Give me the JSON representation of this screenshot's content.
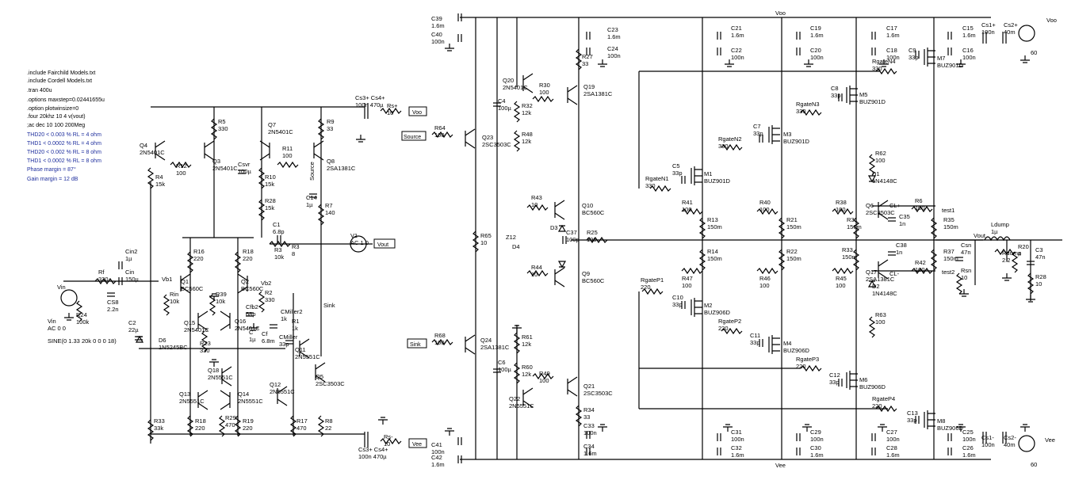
{
  "colors": {
    "wire": "#000000",
    "spice_comment": "#1f2f9e",
    "background": "#ffffff"
  },
  "directives": [
    {
      "text": ".include Fairchild Models.txt",
      "color": "black"
    },
    {
      "text": ".include Cordell Models.txt",
      "color": "black"
    },
    {
      "text": ".tran 400u",
      "color": "black"
    },
    {
      "text": ".options maxstep=0.02441655u",
      "color": "black"
    },
    {
      "text": ".option plotwinsize=0",
      "color": "black"
    },
    {
      "text": ".four 20khz 10 4 v(vout)",
      "color": "black"
    },
    {
      "text": ";ac dec 10 100 200Meg",
      "color": "black"
    },
    {
      "text": "THD20 < 0.003 % RL = 4 ohm",
      "color": "blue"
    },
    {
      "text": "THD1 < 0.0002 % RL = 4 ohm",
      "color": "blue"
    },
    {
      "text": "THD20 < 0.002 % RL = 8 ohm",
      "color": "blue"
    },
    {
      "text": "THD1 < 0.0002 % RL = 8 ohm",
      "color": "blue"
    },
    {
      "text": "Phase margin = 87°",
      "color": "blue"
    },
    {
      "text": "Gain margin = 12 dB",
      "color": "blue"
    }
  ],
  "net_labels": {
    "vin": "Vin",
    "vout": "Vout",
    "vout2": "Vout",
    "source": "Source",
    "sink": "Sink",
    "voo": "Voo",
    "vee": "Vee",
    "vb1": "Vb1",
    "vb2": "Vb2",
    "source_v": "Source",
    "sink_v": "Sink",
    "voo_top": "Voo",
    "vee_bot": "Vee"
  },
  "parts": [
    {
      "ref": "Vin",
      "value": "AC 0 0"
    },
    {
      "ref": "Vin_sine",
      "value": "SINE(0 1.33 20k 0 0 0 18)"
    },
    {
      "ref": "Rf",
      "value": "330"
    },
    {
      "ref": "Cin2",
      "value": "1µ"
    },
    {
      "ref": "Cin",
      "value": "150µ"
    },
    {
      "ref": "CS8",
      "value": "2.2n"
    },
    {
      "ref": "R24",
      "value": "100k"
    },
    {
      "ref": "C2",
      "value": "22µ"
    },
    {
      "ref": "D6",
      "value": "1N5245BC"
    },
    {
      "ref": "Q1",
      "value": "BC560C"
    },
    {
      "ref": "Q2",
      "value": "BC560C"
    },
    {
      "ref": "Q3",
      "value": "2N5401C"
    },
    {
      "ref": "Q4",
      "value": "2N5401C"
    },
    {
      "ref": "Q7",
      "value": "2N5401C"
    },
    {
      "ref": "Q8",
      "value": "2SA1381C"
    },
    {
      "ref": "Q5",
      "value": "2SC3503C"
    },
    {
      "ref": "Q11",
      "value": "2N5551C"
    },
    {
      "ref": "Q12",
      "value": "2N5551C"
    },
    {
      "ref": "Q13",
      "value": "2N5551C"
    },
    {
      "ref": "Q14",
      "value": "2N5551C"
    },
    {
      "ref": "Q15",
      "value": "2N5401C"
    },
    {
      "ref": "Q16",
      "value": "2N5401C"
    },
    {
      "ref": "Q18",
      "value": "2N5551C"
    },
    {
      "ref": "R5",
      "value": "330"
    },
    {
      "ref": "R12",
      "value": "100"
    },
    {
      "ref": "R4",
      "value": "15k"
    },
    {
      "ref": "R9",
      "value": "33"
    },
    {
      "ref": "R11",
      "value": "100"
    },
    {
      "ref": "R10",
      "value": "15k"
    },
    {
      "ref": "R28",
      "value": "15k"
    },
    {
      "ref": "Csvr",
      "value": "100µ"
    },
    {
      "ref": "C14",
      "value": "1µ"
    },
    {
      "ref": "R7",
      "value": "140"
    },
    {
      "ref": "C1",
      "value": "6.8p"
    },
    {
      "ref": "R3",
      "value": "10k"
    },
    {
      "ref": "R3b",
      "value": "8"
    },
    {
      "ref": "R16",
      "value": "220"
    },
    {
      "ref": "R18",
      "value": "220"
    },
    {
      "ref": "Rin",
      "value": "10k"
    },
    {
      "ref": "R39",
      "value": "10k"
    },
    {
      "ref": "R2",
      "value": "330"
    },
    {
      "ref": "Cfb2",
      "value": "68p"
    },
    {
      "ref": "Cfb",
      "value": "6.8m"
    },
    {
      "ref": "C_1u",
      "value": "1µ"
    },
    {
      "ref": "R23",
      "value": "330"
    },
    {
      "ref": "CMiller2",
      "value": "1k"
    },
    {
      "ref": "R1",
      "value": "1k"
    },
    {
      "ref": "CMiller",
      "value": "33p"
    },
    {
      "ref": "R18b",
      "value": "220"
    },
    {
      "ref": "R29",
      "value": "470"
    },
    {
      "ref": "R19",
      "value": "220"
    },
    {
      "ref": "R33",
      "value": "33k"
    },
    {
      "ref": "R17",
      "value": "470"
    },
    {
      "ref": "R8",
      "value": "22"
    },
    {
      "ref": "Cs3_Cs4_top",
      "value": "100n 470µ"
    },
    {
      "ref": "Rs+",
      "value": "10"
    },
    {
      "ref": "Cs3_Cs4_bot",
      "value": "100n 470µ"
    },
    {
      "ref": "Rs-",
      "value": "10"
    },
    {
      "ref": "V1",
      "value": "AC 1 0"
    },
    {
      "ref": "C39",
      "value": "1.6m"
    },
    {
      "ref": "C40",
      "value": "100n"
    },
    {
      "ref": "C41",
      "value": "100n"
    },
    {
      "ref": "C42",
      "value": "1.6m"
    },
    {
      "ref": "Q20",
      "value": "2N5401C"
    },
    {
      "ref": "Q19",
      "value": "2SA1381C"
    },
    {
      "ref": "R27",
      "value": "33"
    },
    {
      "ref": "R30",
      "value": "100"
    },
    {
      "ref": "R32",
      "value": "12k"
    },
    {
      "ref": "R48",
      "value": "12k"
    },
    {
      "ref": "C4",
      "value": "100µ"
    },
    {
      "ref": "C23",
      "value": "1.6m"
    },
    {
      "ref": "C24",
      "value": "100n"
    },
    {
      "ref": "Q23",
      "value": "2SC3503C"
    },
    {
      "ref": "R64",
      "value": "100"
    },
    {
      "ref": "Q24",
      "value": "2SA1381C"
    },
    {
      "ref": "R68",
      "value": "100"
    },
    {
      "ref": "R65",
      "value": "10"
    },
    {
      "ref": "R43",
      "value": "10"
    },
    {
      "ref": "R44",
      "value": "10"
    },
    {
      "ref": "Q10",
      "value": "BC560C"
    },
    {
      "ref": "Q9",
      "value": "BC560C"
    },
    {
      "ref": "D3",
      "value": ""
    },
    {
      "ref": "D4",
      "value": ""
    },
    {
      "ref": "Z12",
      "value": ""
    },
    {
      "ref": "C37",
      "value": "100p"
    },
    {
      "ref": "R25",
      "value": "100"
    },
    {
      "ref": "R61",
      "value": "12k"
    },
    {
      "ref": "R60",
      "value": "12k"
    },
    {
      "ref": "C6",
      "value": "100µ"
    },
    {
      "ref": "R49",
      "value": "100"
    },
    {
      "ref": "Q21",
      "value": "2SC3503C"
    },
    {
      "ref": "Q22",
      "value": "2N5551C"
    },
    {
      "ref": "R34",
      "value": "33"
    },
    {
      "ref": "C33",
      "value": "100n"
    },
    {
      "ref": "C34",
      "value": "1.6m"
    },
    {
      "ref": "M1",
      "value": "BUZ901D"
    },
    {
      "ref": "M3",
      "value": "BUZ901D"
    },
    {
      "ref": "M5",
      "value": "BUZ901D"
    },
    {
      "ref": "M7",
      "value": "BUZ901D"
    },
    {
      "ref": "M2",
      "value": "BUZ906D"
    },
    {
      "ref": "M4",
      "value": "BUZ906D"
    },
    {
      "ref": "M6",
      "value": "BUZ906D"
    },
    {
      "ref": "M8",
      "value": "BUZ906D"
    },
    {
      "ref": "RgateN1",
      "value": "330"
    },
    {
      "ref": "RgateN2",
      "value": "330"
    },
    {
      "ref": "RgateN3",
      "value": "330"
    },
    {
      "ref": "RgateN4",
      "value": "330"
    },
    {
      "ref": "RgateP1",
      "value": "220"
    },
    {
      "ref": "RgateP2",
      "value": "220"
    },
    {
      "ref": "RgateP3",
      "value": "220"
    },
    {
      "ref": "RgateP4",
      "value": "220"
    },
    {
      "ref": "C5",
      "value": "33p"
    },
    {
      "ref": "C7",
      "value": "33p"
    },
    {
      "ref": "C8",
      "value": "33p"
    },
    {
      "ref": "C9",
      "value": "33p"
    },
    {
      "ref": "C10",
      "value": "33p"
    },
    {
      "ref": "C11",
      "value": "33p"
    },
    {
      "ref": "C12",
      "value": "33p"
    },
    {
      "ref": "C13",
      "value": "33p"
    },
    {
      "ref": "C21",
      "value": "1.6m"
    },
    {
      "ref": "C22",
      "value": "100n"
    },
    {
      "ref": "C19",
      "value": "1.6m"
    },
    {
      "ref": "C20",
      "value": "100n"
    },
    {
      "ref": "C17",
      "value": "1.6m"
    },
    {
      "ref": "C18",
      "value": "100n"
    },
    {
      "ref": "C15",
      "value": "1.6m"
    },
    {
      "ref": "C16",
      "value": "100n"
    },
    {
      "ref": "C31",
      "value": "100n"
    },
    {
      "ref": "C32",
      "value": "1.6m"
    },
    {
      "ref": "C29",
      "value": "100n"
    },
    {
      "ref": "C30",
      "value": "1.6m"
    },
    {
      "ref": "C27",
      "value": "100n"
    },
    {
      "ref": "C28",
      "value": "1.6m"
    },
    {
      "ref": "C25",
      "value": "100n"
    },
    {
      "ref": "C26",
      "value": "1.6m"
    },
    {
      "ref": "R41",
      "value": "100"
    },
    {
      "ref": "R13",
      "value": "150m"
    },
    {
      "ref": "R40",
      "value": "100"
    },
    {
      "ref": "R21",
      "value": "150m"
    },
    {
      "ref": "R38",
      "value": "100"
    },
    {
      "ref": "R31",
      "value": "150m"
    },
    {
      "ref": "R14",
      "value": "150m"
    },
    {
      "ref": "R47",
      "value": "100"
    },
    {
      "ref": "R22",
      "value": "150m"
    },
    {
      "ref": "R46",
      "value": "100"
    },
    {
      "ref": "R33b",
      "value": "150m"
    },
    {
      "ref": "R45",
      "value": "100"
    },
    {
      "ref": "R62",
      "value": "100"
    },
    {
      "ref": "D1",
      "value": "1N4148C"
    },
    {
      "ref": "D2",
      "value": "1N4148C"
    },
    {
      "ref": "R63",
      "value": "100"
    },
    {
      "ref": "Q6",
      "value": "2SC3503C"
    },
    {
      "ref": "Q17",
      "value": "2SA1381C"
    },
    {
      "ref": "C35",
      "value": "1n"
    },
    {
      "ref": "C38",
      "value": "1n"
    },
    {
      "ref": "R6",
      "value": "100"
    },
    {
      "ref": "R42",
      "value": "100"
    },
    {
      "ref": "R35",
      "value": "150m"
    },
    {
      "ref": "R37",
      "value": "150m"
    },
    {
      "ref": "Csn",
      "value": "47n"
    },
    {
      "ref": "Rsn",
      "value": "10"
    },
    {
      "ref": "Ldump",
      "value": "1µ"
    },
    {
      "ref": "Rdump",
      "value": "2.2"
    },
    {
      "ref": "R20",
      "value": "4"
    },
    {
      "ref": "C3",
      "value": "47n"
    },
    {
      "ref": "R28b",
      "value": "10"
    },
    {
      "ref": "Cs1+",
      "value": "100n"
    },
    {
      "ref": "Cs2+",
      "value": "40m"
    },
    {
      "ref": "Voo_src",
      "value": "60"
    },
    {
      "ref": "Cs1-",
      "value": "100n"
    },
    {
      "ref": "Cs2-",
      "value": "40m"
    },
    {
      "ref": "Vee_src",
      "value": "60"
    }
  ],
  "node_text": {
    "sink_node": "Sink",
    "sourc_node": "Source",
    "test1": "test1",
    "test2": "test2",
    "cl_plus": "CL+",
    "cl_minus": "CL-"
  }
}
